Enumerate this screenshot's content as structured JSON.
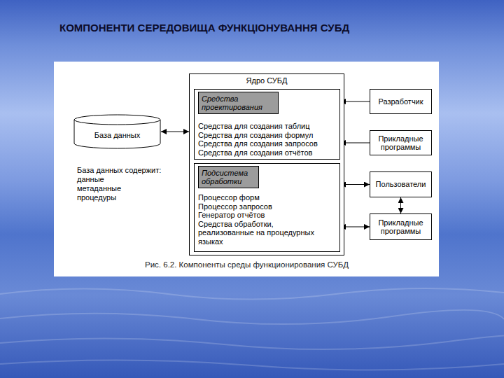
{
  "diagram": {
    "title": "КОМПОНЕНТИ СЕРЕДОВИЩА ФУНКЦІОНУВАННЯ СУБД",
    "caption": "Рис. 6.2. Компоненты среды функционирования СУБД",
    "nodes": [
      {
        "text": [
          "Ядро СУБД"
        ]
      },
      {
        "text": [
          "Средства для создания таблиц",
          "Средства для создания формул",
          "Средства для создания запросов",
          "Средства для создания отчётов"
        ],
        "in": 0
      },
      {
        "text": [
          "Средства проектирования"
        ],
        "in": 1
      },
      {
        "text": [
          "Процессор форм",
          "Процессор запросов",
          "Генератор отчётов",
          "Средства обработки, реализованные на процедурных языках"
        ],
        "in": 0
      },
      {
        "text": [
          "Подсистема обработки"
        ],
        "in": 3
      },
      {
        "text": [
          "База данных"
        ]
      },
      {
        "text": [
          "Разработчик"
        ]
      },
      {
        "text": [
          "Прикладные программы"
        ]
      },
      {
        "text": [
          "Пользователи"
        ]
      },
      {
        "text": [
          "Прикладные программы"
        ]
      }
    ],
    "edges": [
      {
        "from": 5,
        "to": 0,
        "arrow": "both"
      },
      {
        "from": 6,
        "to": 1,
        "arrow": "to"
      },
      {
        "from": 7,
        "to": 1,
        "arrow": "to"
      },
      {
        "from": 8,
        "to": 3,
        "arrow": "both"
      },
      {
        "from": 9,
        "to": 3,
        "arrow": "both"
      },
      {
        "from": 8,
        "to": 9,
        "arrow": "both"
      }
    ],
    "labels": [
      "База данных содержит:",
      "данные",
      "метаданные",
      "процедуры"
    ]
  }
}
